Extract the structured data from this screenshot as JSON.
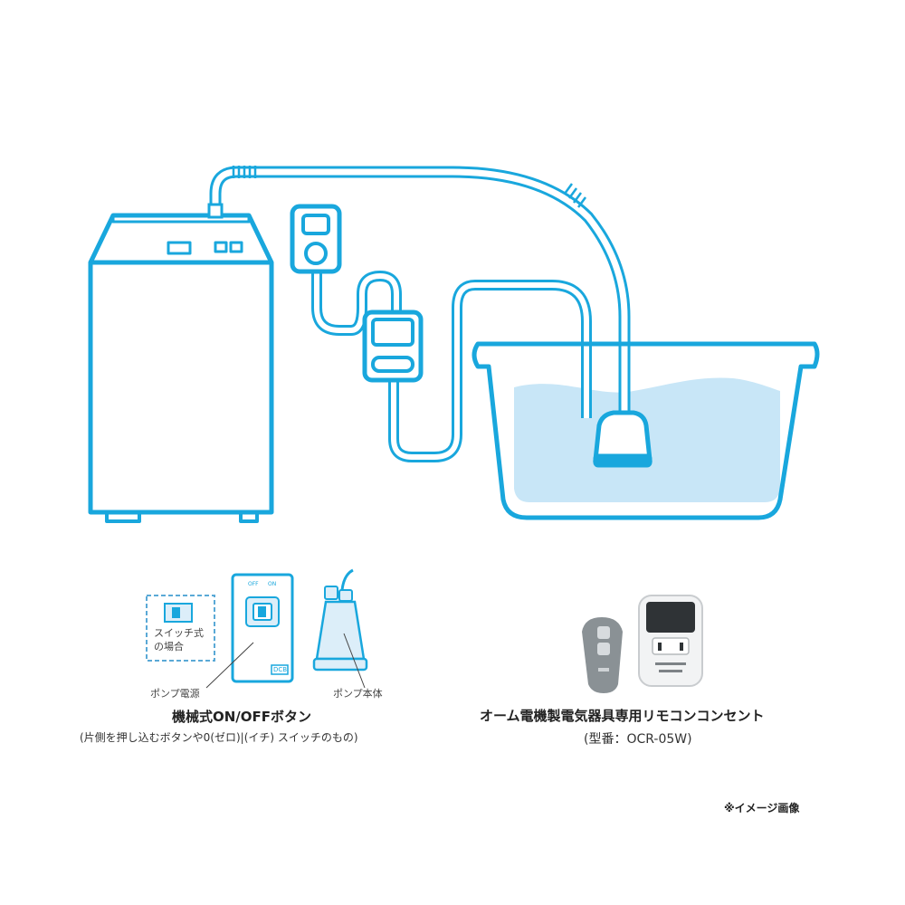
{
  "colors": {
    "line": "#19a7dd",
    "water": "#c8e6f7",
    "gray": "#9aa0a4"
  },
  "left_panel": {
    "switch_note_line1": "スイッチ式",
    "switch_note_line2": "の場合",
    "power_label": "ポンプ電源",
    "pump_label": "ポンプ本体",
    "title": "機械式ON/OFFボタン",
    "subtitle": "(片側を押し込むボタンや0(ゼロ)|(イチ) スイッチのもの)",
    "device_tag": "DCB",
    "switch_off": "OFF",
    "switch_on": "ON"
  },
  "right_panel": {
    "title": "オーム電機製電気器具専用リモコンコンセント",
    "model": "(型番：OCR-05W)"
  },
  "footnote": "※イメージ画像"
}
